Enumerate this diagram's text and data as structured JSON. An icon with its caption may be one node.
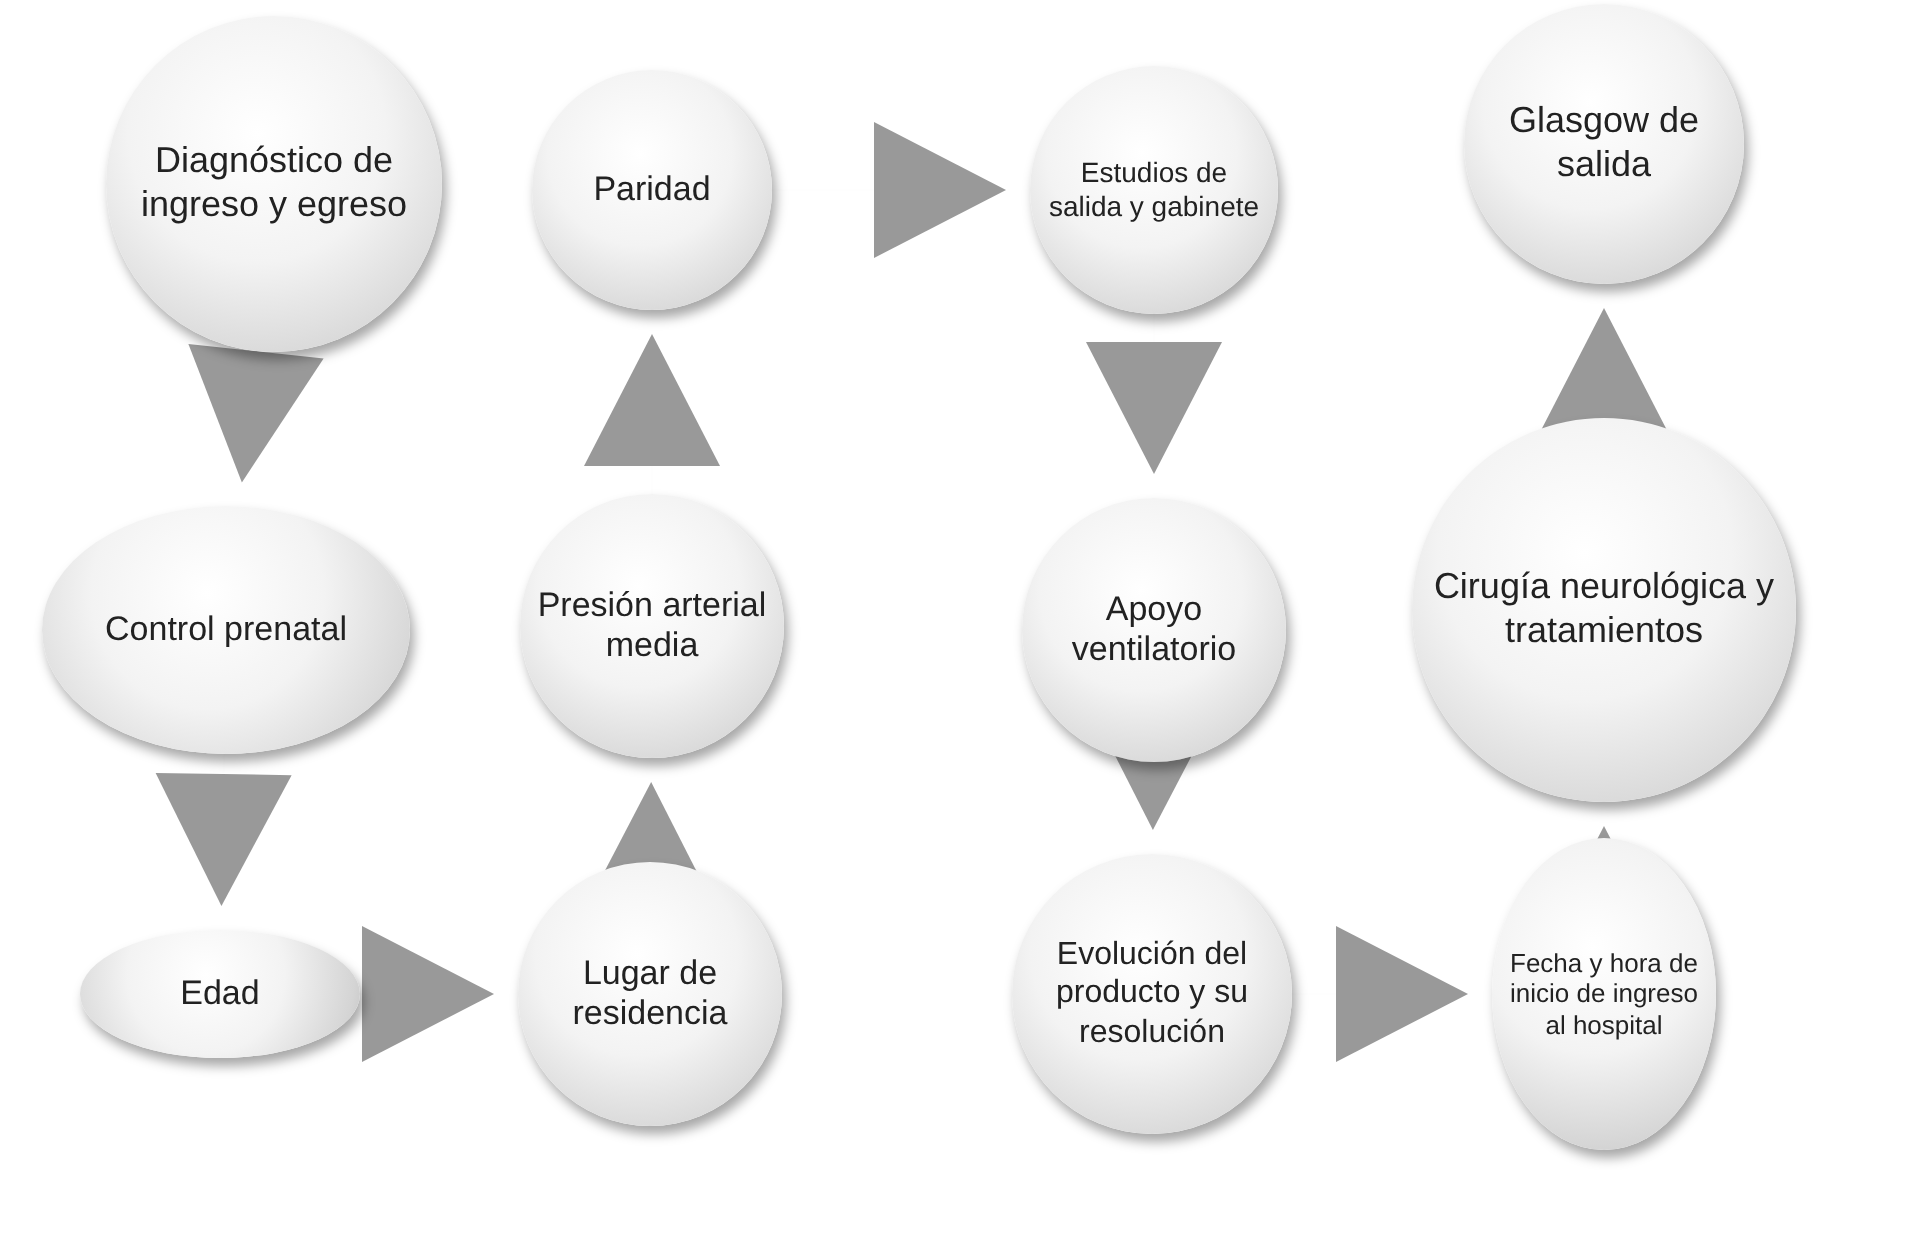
{
  "diagram": {
    "nodes": [
      {
        "text": [
          "Diagnóstico de ingreso y egreso"
        ]
      },
      {
        "text": [
          "Control prenatal"
        ]
      },
      {
        "text": [
          "Edad"
        ]
      },
      {
        "text": [
          "Lugar de residencia"
        ]
      },
      {
        "text": [
          "Presión arterial media"
        ]
      },
      {
        "text": [
          "Paridad"
        ]
      },
      {
        "text": [
          "Estudios de salida y gabinete"
        ]
      },
      {
        "text": [
          "Apoyo ventilatorio"
        ]
      },
      {
        "text": [
          "Evolución del producto y su resolución"
        ]
      },
      {
        "text": [
          "Fecha y hora de inicio de ingreso al hospital"
        ]
      },
      {
        "text": [
          "Cirugía neurológica y tratamientos"
        ]
      },
      {
        "text": [
          "Glasgow de salida"
        ]
      }
    ],
    "edges": [
      {
        "from": 0,
        "to": 1,
        "arrow": "to"
      },
      {
        "from": 1,
        "to": 2,
        "arrow": "to"
      },
      {
        "from": 2,
        "to": 3,
        "arrow": "to"
      },
      {
        "from": 3,
        "to": 4,
        "arrow": "to"
      },
      {
        "from": 4,
        "to": 5,
        "arrow": "to"
      },
      {
        "from": 5,
        "to": 6,
        "arrow": "to"
      },
      {
        "from": 6,
        "to": 7,
        "arrow": "to"
      },
      {
        "from": 7,
        "to": 8,
        "arrow": "to"
      },
      {
        "from": 8,
        "to": 9,
        "arrow": "to"
      },
      {
        "from": 9,
        "to": 10,
        "arrow": "to"
      },
      {
        "from": 10,
        "to": 11,
        "arrow": "to"
      }
    ]
  }
}
